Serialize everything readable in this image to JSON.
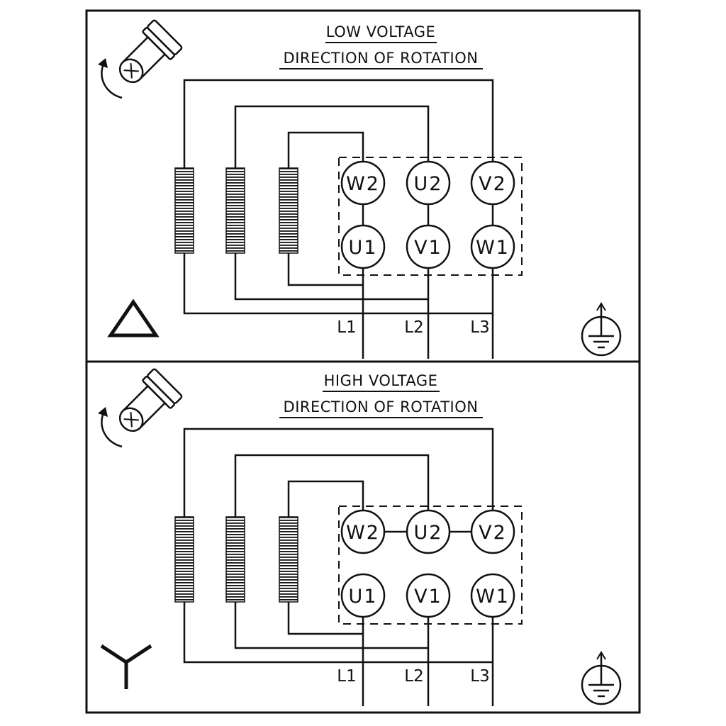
{
  "canvas": {
    "background": "#ffffff",
    "ink": "#111111"
  },
  "panels": [
    {
      "title": "LOW VOLTAGE",
      "subtitle": "DIRECTION OF ROTATION",
      "connection": "delta",
      "terminals_top": [
        "W2",
        "U2",
        "V2"
      ],
      "terminals_bottom": [
        "U1",
        "V1",
        "W1"
      ],
      "line_labels": [
        "L1",
        "L2",
        "L3"
      ]
    },
    {
      "title": "HIGH VOLTAGE",
      "subtitle": "DIRECTION OF ROTATION",
      "connection": "star",
      "terminals_top": [
        "W2",
        "U2",
        "V2"
      ],
      "terminals_bottom": [
        "U1",
        "V1",
        "W1"
      ],
      "line_labels": [
        "L1",
        "L2",
        "L3"
      ]
    }
  ],
  "icons": {
    "rotation": "motor-shaft-rotation-icon",
    "earth": "protective-earth-ground-icon",
    "delta": "delta-connection-symbol",
    "star": "star-connection-symbol",
    "winding": "motor-winding-coil"
  }
}
